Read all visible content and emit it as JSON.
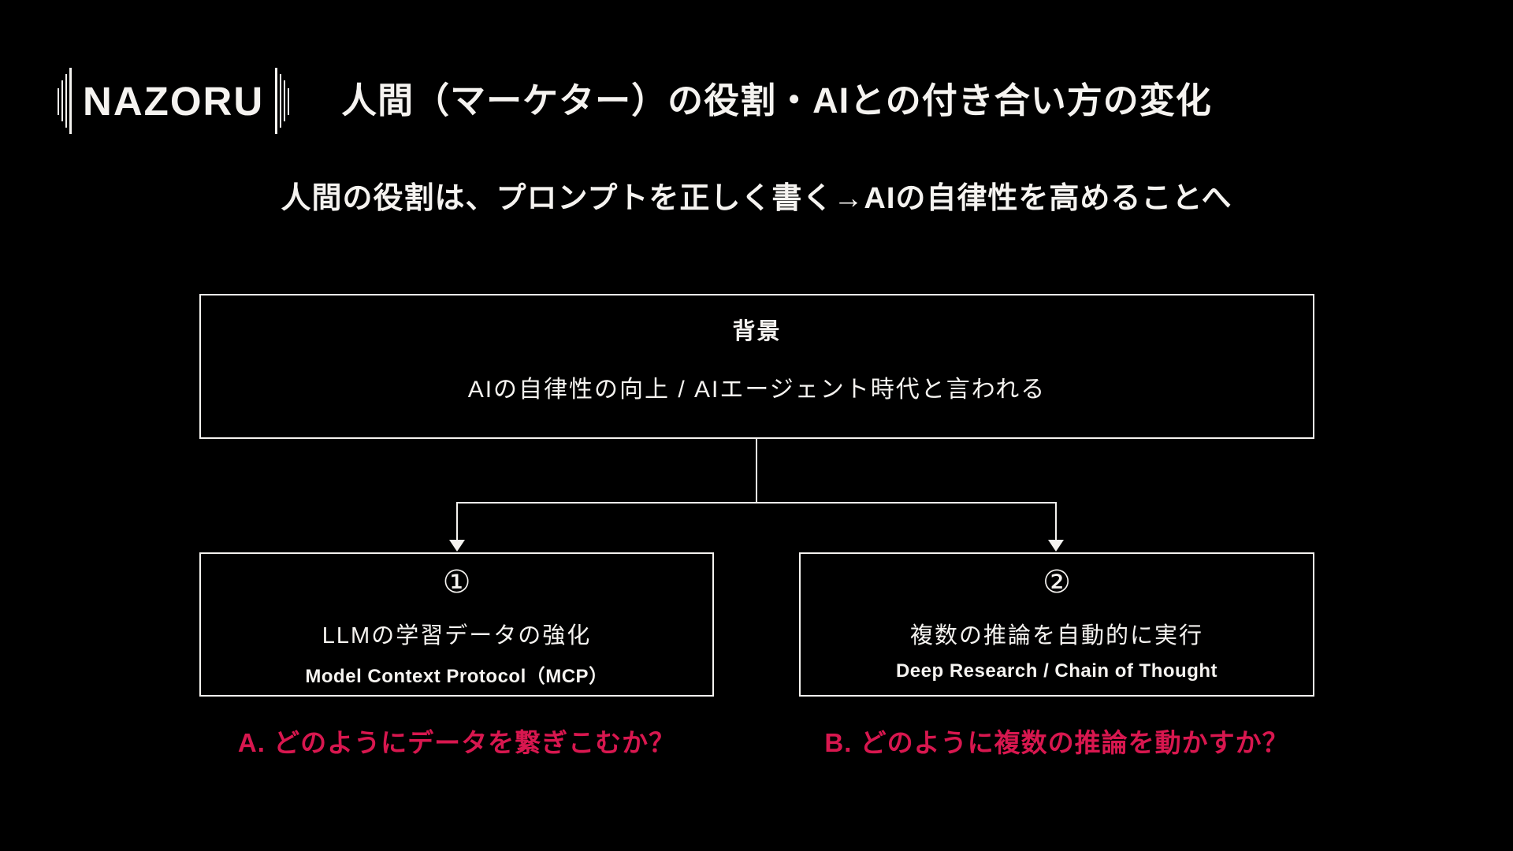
{
  "colors": {
    "background": "#000000",
    "text": "#f5f3f0",
    "border": "#f5f3f0",
    "accent_red": "#d8174f"
  },
  "logo": {
    "text": "NAZORU"
  },
  "title": "人間（マーケター）の役割・AIとの付き合い方の変化",
  "subtitle": "人間の役割は、プロンプトを正しく書く→AIの自律性を高めることへ",
  "background_box": {
    "heading": "背景",
    "body": "AIの自律性の向上 / AIエージェント時代と言われる"
  },
  "branches": [
    {
      "number": "①",
      "title": "LLMの学習データの強化",
      "subtitle": "Model Context Protocol（MCP）",
      "question": "A. どのようにデータを繋ぎこむか？"
    },
    {
      "number": "②",
      "title": "複数の推論を自動的に実行",
      "subtitle": "Deep Research / Chain of Thought",
      "question": "B. どのように複数の推論を動かすか？"
    }
  ]
}
